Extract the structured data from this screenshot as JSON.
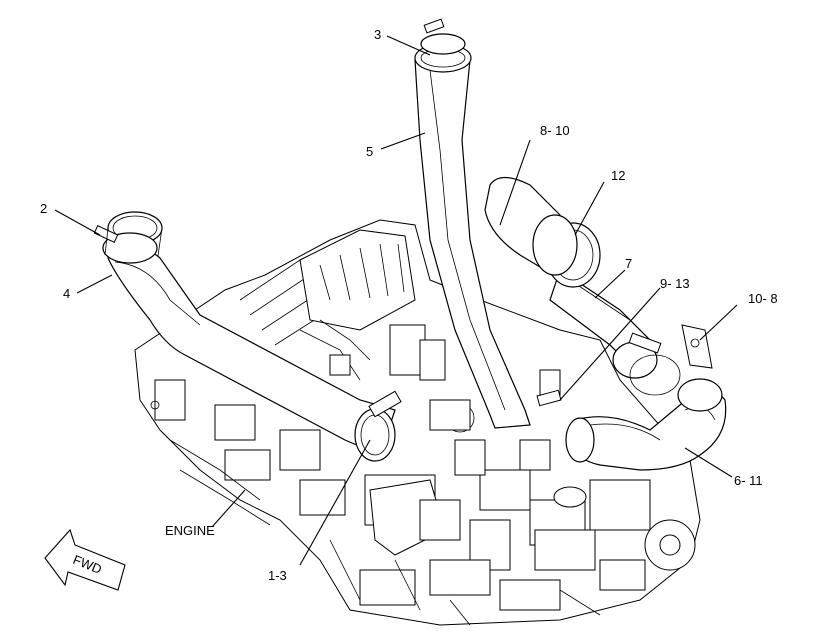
{
  "callouts": {
    "c3": "3",
    "c5": "5",
    "c8_10": "8- 10",
    "c12": "12",
    "c2": "2",
    "c4": "4",
    "c7": "7",
    "c9_13": "9- 13",
    "c10_8": "10- 8",
    "c6_11": "6- 11",
    "c1_3": "1-3",
    "engine": "ENGINE",
    "fwd": "FWD"
  }
}
